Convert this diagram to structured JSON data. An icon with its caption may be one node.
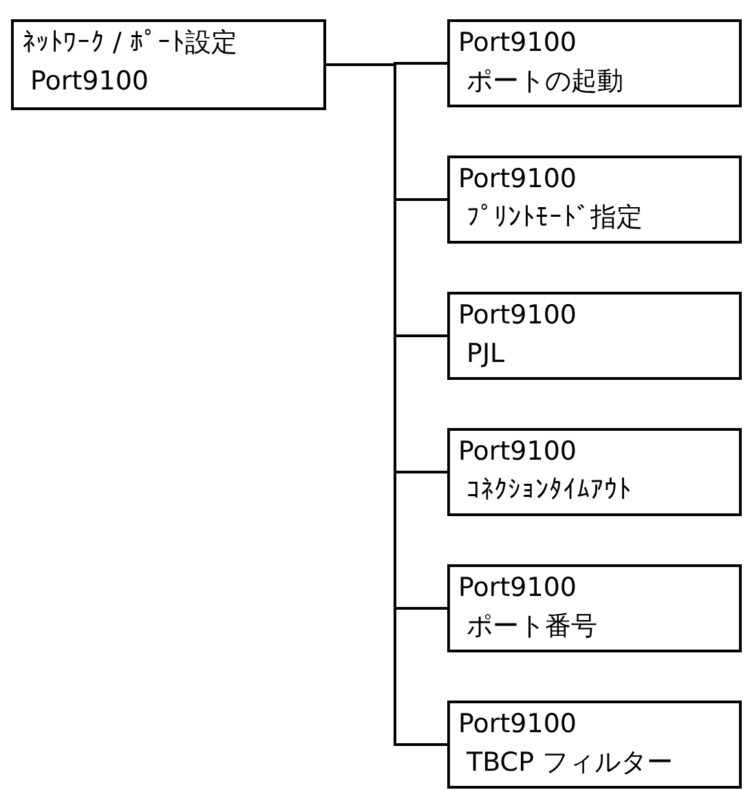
{
  "diagram": {
    "nodes": [
      {
        "text": [
          "ﾈｯﾄﾜｰｸ / ﾎﾟｰﾄ設定",
          "Port9100"
        ]
      },
      {
        "text": [
          "Port9100",
          "ポートの起動"
        ]
      },
      {
        "text": [
          "Port9100",
          "ﾌﾟﾘﾝﾄﾓｰﾄﾞ指定"
        ]
      },
      {
        "text": [
          "Port9100",
          "PJL"
        ]
      },
      {
        "text": [
          "Port9100",
          "ｺﾈｸｼｮﾝﾀｲﾑｱｳﾄ"
        ]
      },
      {
        "text": [
          "Port9100",
          "ポート番号"
        ]
      },
      {
        "text": [
          "Port9100",
          "TBCP フィルター"
        ]
      }
    ],
    "edges": [
      {
        "from": 0,
        "to": 1,
        "arrow": "none"
      },
      {
        "from": 0,
        "to": 2,
        "arrow": "none"
      },
      {
        "from": 0,
        "to": 3,
        "arrow": "none"
      },
      {
        "from": 0,
        "to": 4,
        "arrow": "none"
      },
      {
        "from": 0,
        "to": 5,
        "arrow": "none"
      },
      {
        "from": 0,
        "to": 6,
        "arrow": "none"
      }
    ]
  }
}
